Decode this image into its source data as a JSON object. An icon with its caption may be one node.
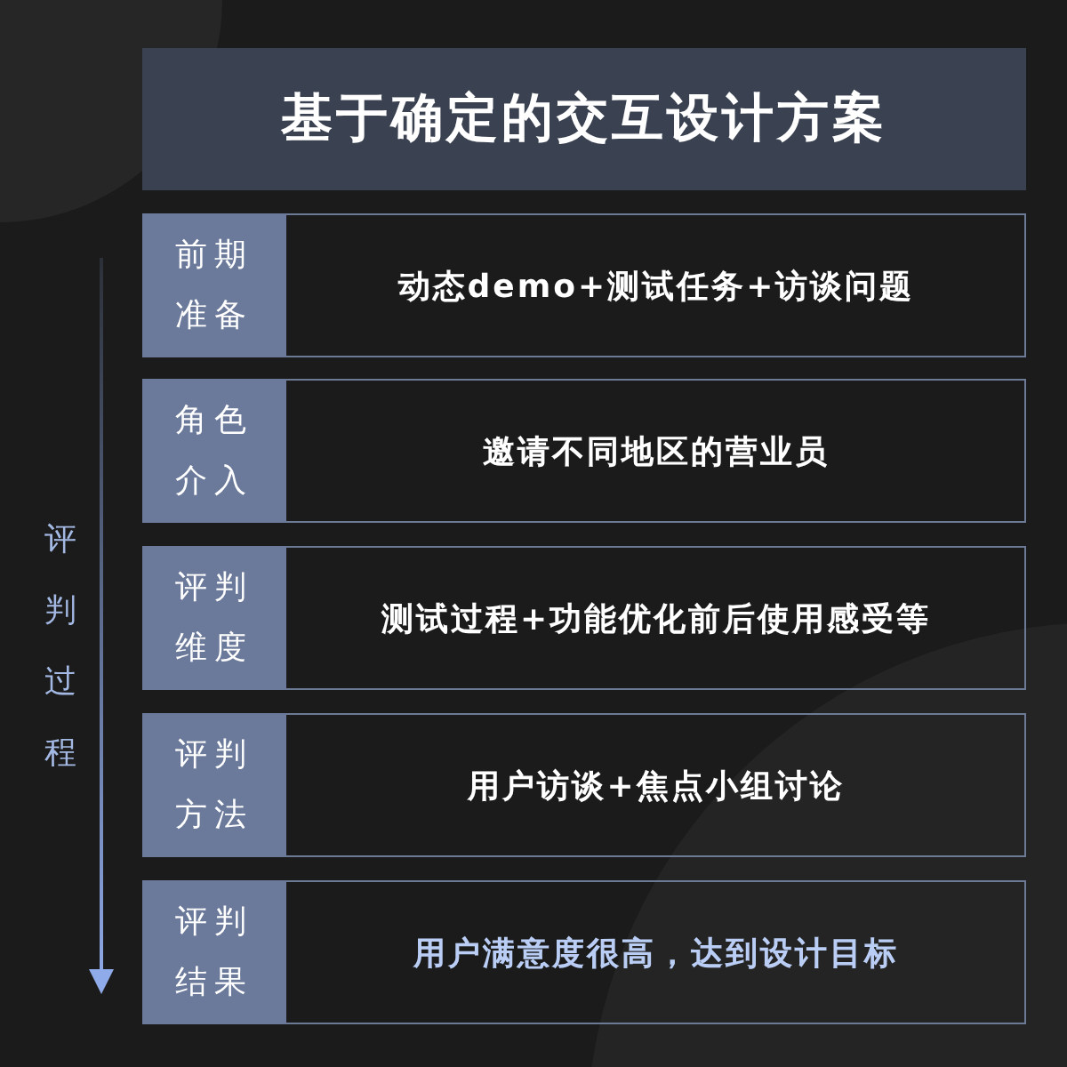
{
  "diagram": {
    "title": "基于确定的交互设计方案",
    "nodes": [
      {
        "text": [
          "前期准备",
          "动态demo+测试任务+访谈问题"
        ]
      },
      {
        "text": [
          "角色介入",
          "邀请不同地区的营业员"
        ]
      },
      {
        "text": [
          "评判维度",
          "测试过程+功能优化前后使用感受等"
        ]
      },
      {
        "text": [
          "评判方法",
          "用户访谈+焦点小组讨论"
        ]
      },
      {
        "text": [
          "评判结果",
          "用户满意度很高，达到设计目标"
        ]
      }
    ],
    "edges": [],
    "labels": [
      "评判过程"
    ]
  }
}
